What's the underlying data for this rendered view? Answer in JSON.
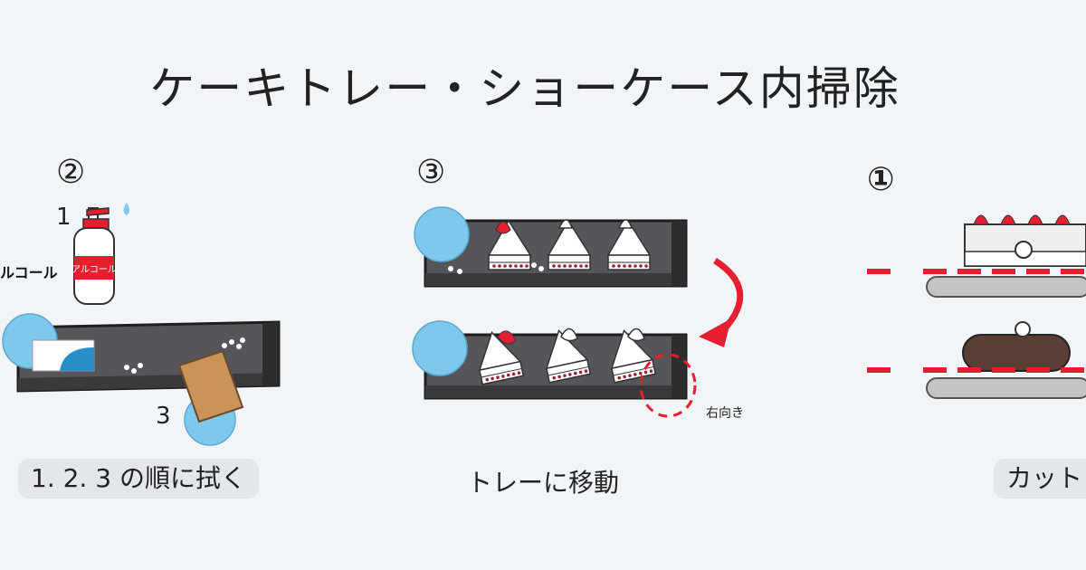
{
  "title": "ケーキトレー・ショーケース内掃除",
  "panels": [
    {
      "step": "②",
      "caption": "1. 2. 3 の順に拭く",
      "bottle_side_label": "ルコール",
      "bottle_label": "アルコール",
      "numbers": [
        "1",
        "3"
      ]
    },
    {
      "step": "③",
      "caption": "トレーに移動",
      "annotation": "右向き"
    },
    {
      "step": "①",
      "caption": "カット"
    }
  ],
  "colors": {
    "tray": "#56565a",
    "tray_edge": "#1e1e1e",
    "cloth_blue": "#7ec8ec",
    "sponge": "#c9935a",
    "accent_red": "#e51f2f",
    "chocolate": "#5a3d33"
  }
}
